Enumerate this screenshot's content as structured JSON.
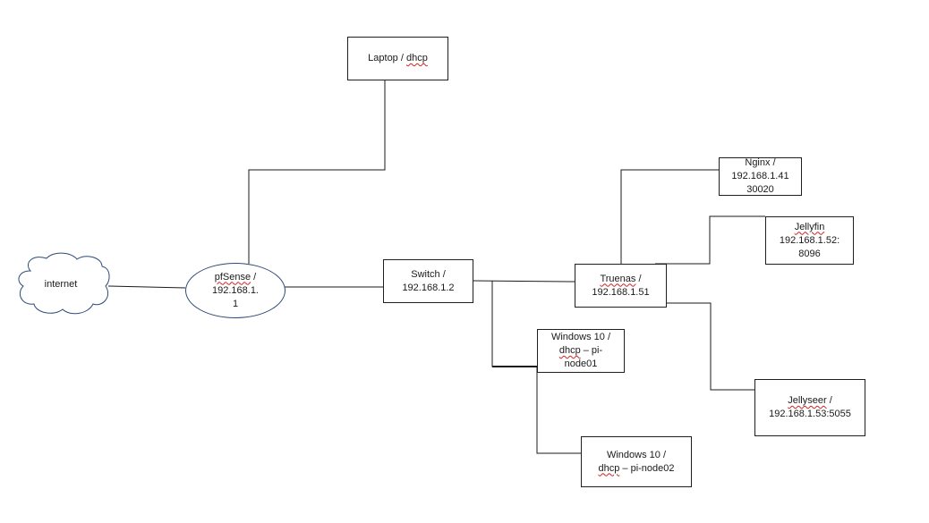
{
  "nodes": {
    "internet": {
      "label": "internet"
    },
    "pfsense": {
      "name": "pfSense",
      "sep": " /",
      "line2": "192.168.1.",
      "line3": "1"
    },
    "laptop": {
      "name": "Laptop / ",
      "suffix": "dhcp"
    },
    "switch": {
      "line1": "Switch /",
      "line2": "192.168.1.2"
    },
    "truenas": {
      "name": "Truenas",
      "sep": " /",
      "line2": "192.168.1.51"
    },
    "nginx": {
      "line1": "Nginx /",
      "line2": "192.168.1.41",
      "line3": "30020"
    },
    "jellyfin": {
      "name": "Jellyfin",
      "line2": "192.168.1.52:",
      "line3": "8096"
    },
    "jellyseer": {
      "name": "Jellyseer",
      "sep": " /",
      "line2": "192.168.1.53:5055"
    },
    "win1": {
      "line1": "Windows 10 /",
      "dhcp": "dhcp",
      "line2rest": " – pi-",
      "line3": "node01"
    },
    "win2": {
      "line1": "Windows 10 /",
      "dhcp": "dhcp",
      "line2rest": " – pi-node02"
    }
  },
  "colors": {
    "line": "#1a1a1a",
    "ellipse_border": "#2e4a78",
    "spell_underline": "#d42020"
  }
}
